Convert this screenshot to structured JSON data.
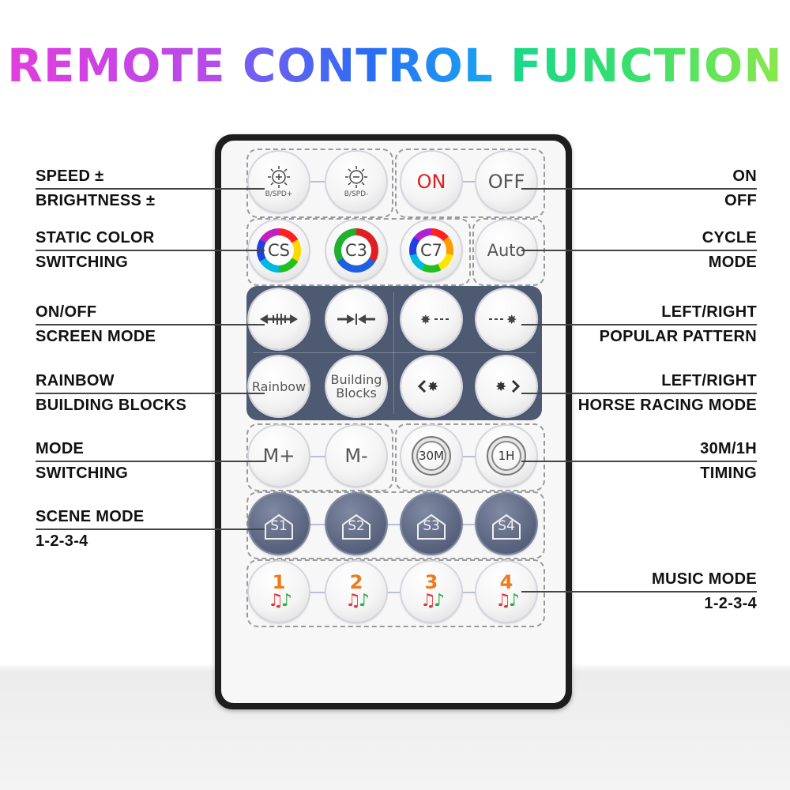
{
  "title": {
    "word1": "REMOTE",
    "word2": "CONTROL",
    "word3": "FUNCTION"
  },
  "labels_left": {
    "speed_brightness": [
      "SPEED ±",
      "BRIGHTNESS ±"
    ],
    "static_color": [
      "STATIC COLOR",
      "SWITCHING"
    ],
    "onoff_screen": [
      "ON/OFF",
      "SCREEN MODE"
    ],
    "rainbow_blocks": [
      "RAINBOW",
      "BUILDING BLOCKS"
    ],
    "mode_switching": [
      "MODE",
      "SWITCHING"
    ],
    "scene_mode": [
      "SCENE MODE",
      "1-2-3-4"
    ]
  },
  "labels_right": {
    "on_off": [
      "ON",
      "OFF"
    ],
    "cycle_mode": [
      "CYCLE",
      "MODE"
    ],
    "popular_pattern": [
      "LEFT/RIGHT",
      "POPULAR PATTERN"
    ],
    "horse_racing": [
      "LEFT/RIGHT",
      "HORSE RACING MODE"
    ],
    "timing": [
      "30M/1H",
      "TIMING"
    ],
    "music_mode": [
      "MUSIC MODE",
      "1-2-3-4"
    ]
  },
  "buttons": {
    "bspd_plus": "B/SPD+",
    "bspd_minus": "B/SPD-",
    "on": "ON",
    "off": "OFF",
    "cs": "CS",
    "c3": "C3",
    "c7": "C7",
    "auto": "Auto",
    "rainbow": "Rainbow",
    "building": "Building",
    "blocks": "Blocks",
    "m_plus": "M+",
    "m_minus": "M-",
    "t30m": "30M",
    "t1h": "1H",
    "s1": "S1",
    "s2": "S2",
    "s3": "S3",
    "s4": "S4",
    "music1": "1",
    "music2": "2",
    "music3": "3",
    "music4": "4"
  },
  "colors": {
    "on_text": "#e02020",
    "music_number": "#f07a1a",
    "remote_body": "#1d1d1d",
    "dark_panel": "#4e5a72"
  },
  "icons": [
    "sun-plus-icon",
    "sun-minus-icon",
    "arrows-out-icon",
    "arrows-in-icon",
    "star-left-icon",
    "star-right-icon",
    "chevron-star-left-icon",
    "chevron-star-right-icon",
    "house-icon",
    "music-notes-icon"
  ]
}
